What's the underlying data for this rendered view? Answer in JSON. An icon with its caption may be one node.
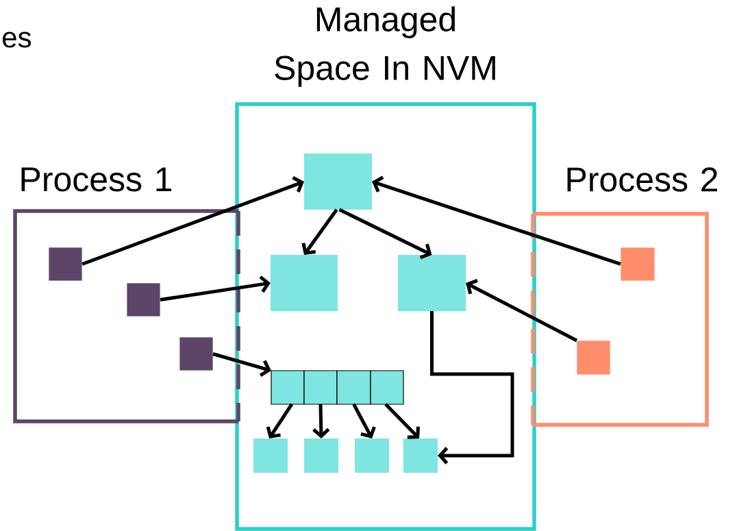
{
  "diagram": {
    "nodes": [
      {
        "text": [
          "Managed Space In NVM"
        ]
      },
      {
        "text": [
          "Process 1"
        ]
      },
      {
        "text": [
          "Process 2"
        ]
      },
      {
        "text": [],
        "shape": "box",
        "in": 0
      },
      {
        "text": [],
        "shape": "box",
        "in": 0
      },
      {
        "text": [],
        "shape": "box",
        "in": 0
      },
      {
        "text": [],
        "shape": "box",
        "in": 0
      },
      {
        "text": [],
        "shape": "box",
        "in": 0
      },
      {
        "text": [],
        "shape": "box",
        "in": 0
      },
      {
        "text": [],
        "shape": "box",
        "in": 0
      },
      {
        "text": [],
        "shape": "box",
        "in": 0
      },
      {
        "text": [],
        "shape": "box",
        "in": 0
      },
      {
        "text": [],
        "shape": "box",
        "in": 0
      },
      {
        "text": [],
        "shape": "box",
        "in": 0
      },
      {
        "text": [],
        "shape": "box",
        "in": 1
      },
      {
        "text": [],
        "shape": "box",
        "in": 1
      },
      {
        "text": [],
        "shape": "box",
        "in": 1
      },
      {
        "text": [],
        "shape": "box",
        "in": 2
      },
      {
        "text": [],
        "shape": "box",
        "in": 2
      }
    ],
    "edges": [
      {
        "from": 14,
        "to": 3,
        "arrow": "to"
      },
      {
        "from": 15,
        "to": 4,
        "arrow": "to"
      },
      {
        "from": 16,
        "to": 6,
        "arrow": "to"
      },
      {
        "from": 3,
        "to": 4,
        "arrow": "to"
      },
      {
        "from": 3,
        "to": 5,
        "arrow": "to"
      },
      {
        "from": 17,
        "to": 3,
        "arrow": "to"
      },
      {
        "from": 18,
        "to": 5,
        "arrow": "to"
      },
      {
        "from": 5,
        "to": 13,
        "arrow": "to"
      },
      {
        "from": 6,
        "to": 10,
        "arrow": "to"
      },
      {
        "from": 7,
        "to": 11,
        "arrow": "to"
      },
      {
        "from": 8,
        "to": 12,
        "arrow": "to"
      },
      {
        "from": 9,
        "to": 13,
        "arrow": "to"
      }
    ],
    "labels": [
      "es"
    ]
  }
}
